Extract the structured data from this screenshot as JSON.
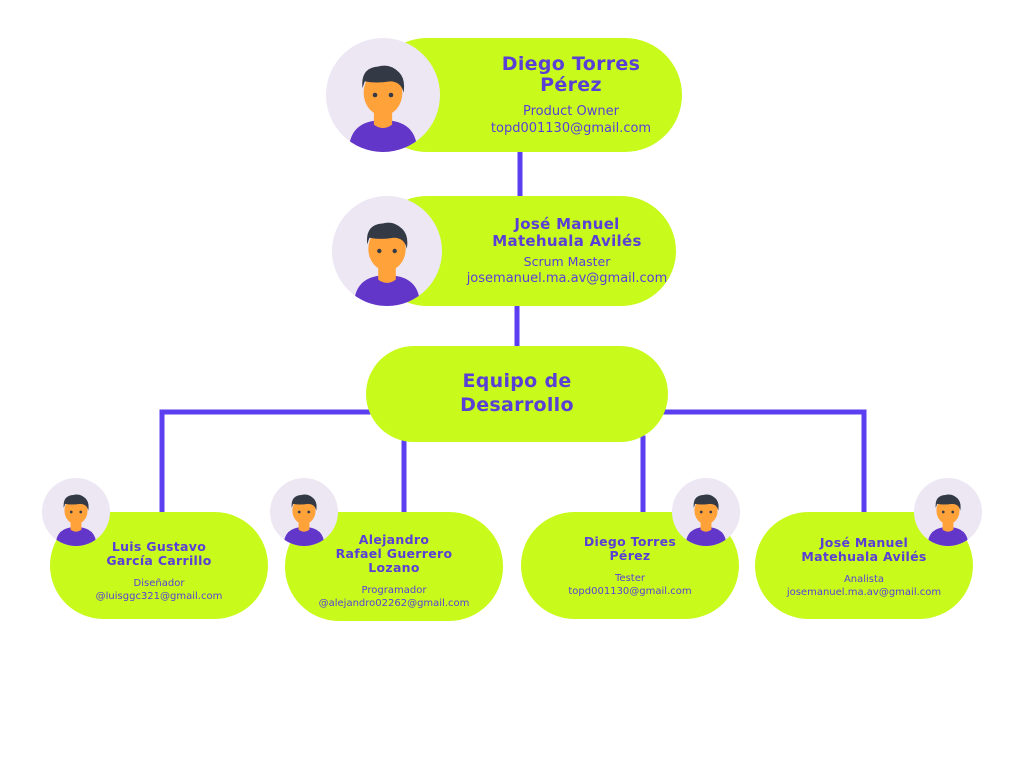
{
  "colors": {
    "pill": "#c8fa1c",
    "text": "#5a3fd6",
    "connector": "#5b3ff0",
    "avatar_bg": "#ece7f3"
  },
  "product_owner": {
    "name": "Diego Torres\nPérez",
    "role": "Product Owner",
    "email": "topd001130@gmail.com",
    "avatar_icon": "person-avatar-icon"
  },
  "scrum_master": {
    "name": "José Manuel\nMatehuala Avilés",
    "role": "Scrum Master",
    "email": "josemanuel.ma.av@gmail.com",
    "avatar_icon": "person-avatar-icon"
  },
  "team": {
    "name": "Equipo de\nDesarrollo"
  },
  "members": [
    {
      "name": "Luis Gustavo\nGarcía Carrillo",
      "role": "Diseñador",
      "email": "@luisggc321@gmail.com",
      "avatar_icon": "person-avatar-icon"
    },
    {
      "name": "Alejandro\nRafael Guerrero\nLozano",
      "role": "Programador",
      "email": "@alejandro02262@gmail.com",
      "avatar_icon": "person-avatar-icon"
    },
    {
      "name": "Diego Torres\nPérez",
      "role": "Tester",
      "email": "topd001130@gmail.com",
      "avatar_icon": "person-avatar-icon"
    },
    {
      "name": "José Manuel\nMatehuala Avilés",
      "role": "Analista",
      "email": "josemanuel.ma.av@gmail.com",
      "avatar_icon": "person-avatar-icon"
    }
  ]
}
